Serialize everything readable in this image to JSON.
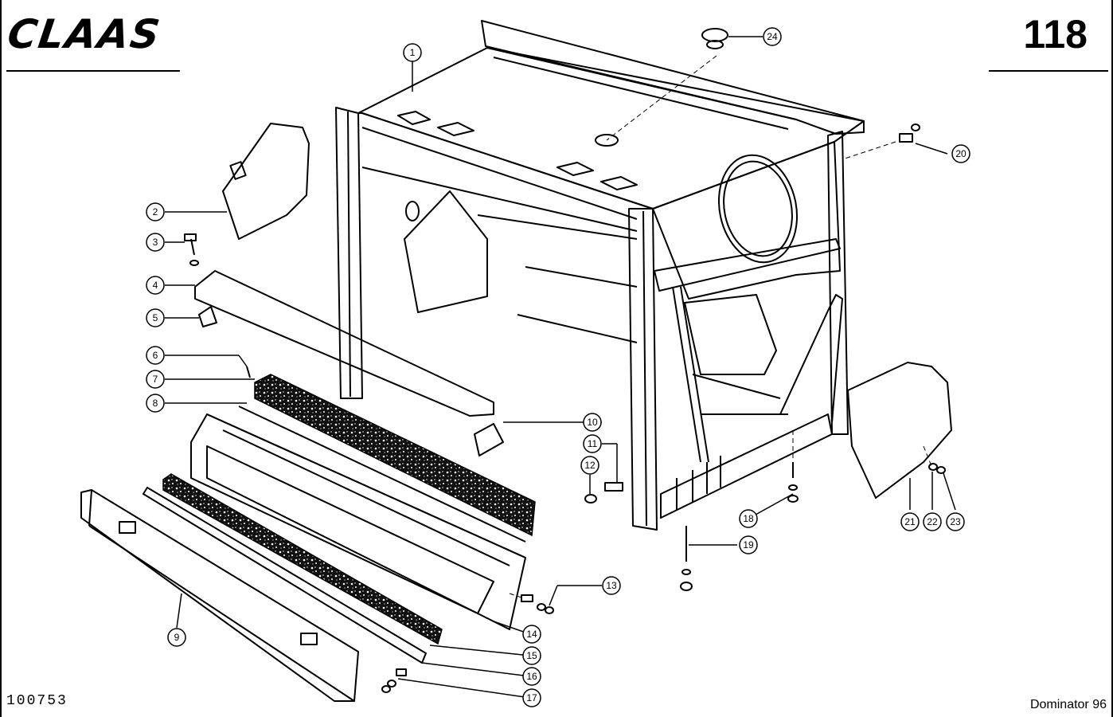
{
  "header": {
    "brand_logo": "CLAAS",
    "page_number": "118"
  },
  "footer": {
    "document_number": "100753",
    "model": "Dominator 96"
  },
  "callouts": [
    "1",
    "2",
    "3",
    "4",
    "5",
    "6",
    "7",
    "8",
    "9",
    "10",
    "11",
    "12",
    "13",
    "14",
    "15",
    "16",
    "17",
    "18",
    "19",
    "20",
    "21",
    "22",
    "23",
    "24"
  ]
}
